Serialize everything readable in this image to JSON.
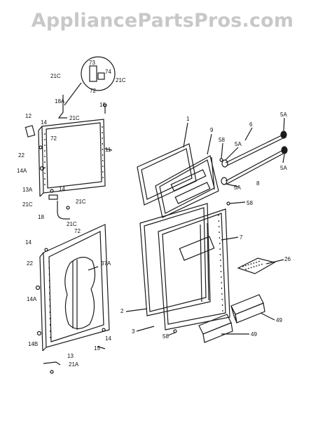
{
  "watermark": "AppliancePartsPros.com",
  "labels": {
    "l1": "1",
    "l2": "2",
    "l3": "3",
    "l5A_a": "5A",
    "l5A_b": "5A",
    "l5A_c": "5A",
    "l5A_d": "5A",
    "l6": "6",
    "l7": "7",
    "l8": "8",
    "l9": "9",
    "l10": "10",
    "l11": "11",
    "l12": "12",
    "l13": "13",
    "l13A": "13A",
    "l14_a": "14",
    "l14_b": "14",
    "l14_c": "14",
    "l14_d": "14",
    "l14A_a": "14A",
    "l14A_b": "14A",
    "l14B": "14B",
    "l15": "15",
    "l18": "18",
    "l18A": "18A",
    "l21A": "21A",
    "l21C_a": "21C",
    "l21C_b": "21C",
    "l21C_c": "21C",
    "l21C_d": "21C",
    "l21C_e": "21C",
    "l21C_f": "21C",
    "l22_a": "22",
    "l22_b": "22",
    "l26": "26",
    "l37A": "37A",
    "l49_a": "49",
    "l49_b": "49",
    "l58_a": "58",
    "l58_b": "58",
    "l58_c": "58",
    "l72_a": "72",
    "l72_b": "72",
    "l72_c": "72",
    "l73": "73",
    "l74": "74"
  },
  "colors": {
    "line": "#1a1a1a",
    "watermark": "#c8c8c8"
  }
}
